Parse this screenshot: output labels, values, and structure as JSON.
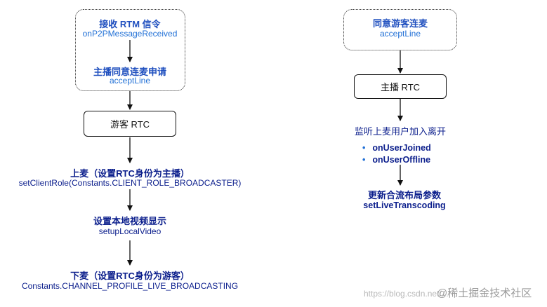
{
  "left_flow": {
    "rtm_step": {
      "title": "接收 RTM 信令",
      "method": "onP2PMessageReceived"
    },
    "accept_step": {
      "title": "主播同意连麦申请",
      "method": "acceptLine"
    },
    "audience_box": "游客 RTC",
    "up_mic": {
      "title": "上麦（设置RTC身份为主播）",
      "method": "setClientRole(Constants.CLIENT_ROLE_BROADCASTER)"
    },
    "local_video": {
      "title": "设置本地视频显示",
      "method": "setupLocalVideo"
    },
    "down_mic": {
      "title": "下麦（设置RTC身份为游客）",
      "method": "Constants.CHANNEL_PROFILE_LIVE_BROADCASTING"
    }
  },
  "right_flow": {
    "agree_step": {
      "title": "同意游客连麦",
      "method": "acceptLine"
    },
    "anchor_box": "主播 RTC",
    "listen_title": "监听上麦用户加入离开",
    "listen_items": [
      "onUserJoined",
      "onUserOffline"
    ],
    "transcoding": {
      "title": "更新合流布局参数",
      "method": "setLiveTranscoding"
    }
  },
  "watermark": {
    "url": "https://blog.csdn.net/...",
    "brand": "@稀土掘金技术社区"
  },
  "colors": {
    "title_blue": "#1f4fbf",
    "text_blue": "#1f6fd6",
    "dark_navy": "#0b1e8c",
    "line": "#111111"
  }
}
